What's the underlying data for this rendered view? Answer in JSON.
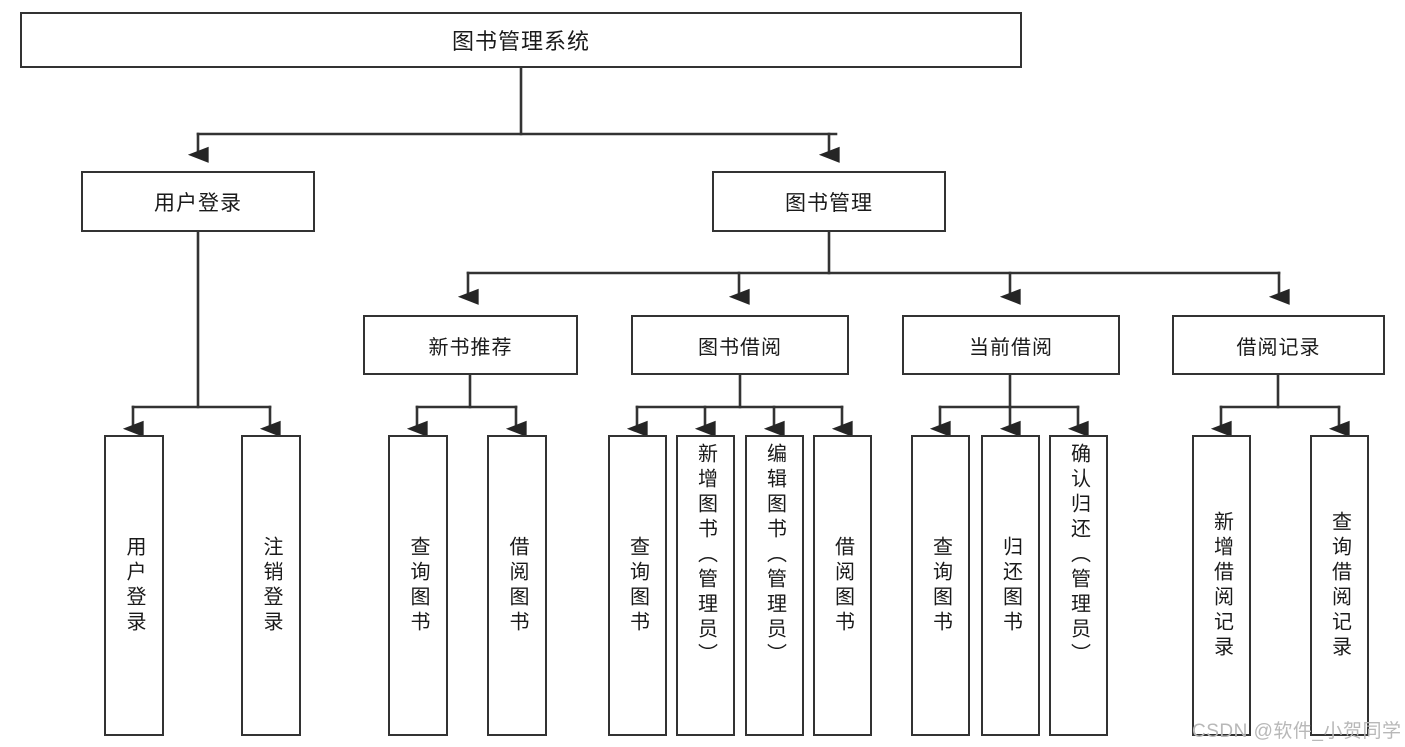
{
  "diagram": {
    "title": "图书管理系统",
    "type": "tree-hierarchy",
    "line_color": "#333333",
    "box_fill": "#ffffff",
    "text_color": "#1a1a1a"
  },
  "root": {
    "label": "图书管理系统"
  },
  "level1": [
    {
      "label": "用户登录"
    },
    {
      "label": "图书管理"
    }
  ],
  "level2": [
    {
      "label": "新书推荐"
    },
    {
      "label": "图书借阅"
    },
    {
      "label": "当前借阅"
    },
    {
      "label": "借阅记录"
    }
  ],
  "leaves": {
    "user_login": [
      {
        "label": "用户登录"
      },
      {
        "label": "注销登录"
      }
    ],
    "new_book": [
      {
        "label": "查询图书"
      },
      {
        "label": "借阅图书"
      }
    ],
    "book_borrow": [
      {
        "label": "查询图书"
      },
      {
        "label": "新增图书（管理员）"
      },
      {
        "label": "编辑图书（管理员）"
      },
      {
        "label": "借阅图书"
      }
    ],
    "current_borrow": [
      {
        "label": "查询图书"
      },
      {
        "label": "归还图书"
      },
      {
        "label": "确认归还（管理员）"
      }
    ],
    "borrow_record": [
      {
        "label": "新增借阅记录"
      },
      {
        "label": "查询借阅记录"
      }
    ]
  },
  "watermark": {
    "text": "CSDN @软件_小贺同学"
  }
}
